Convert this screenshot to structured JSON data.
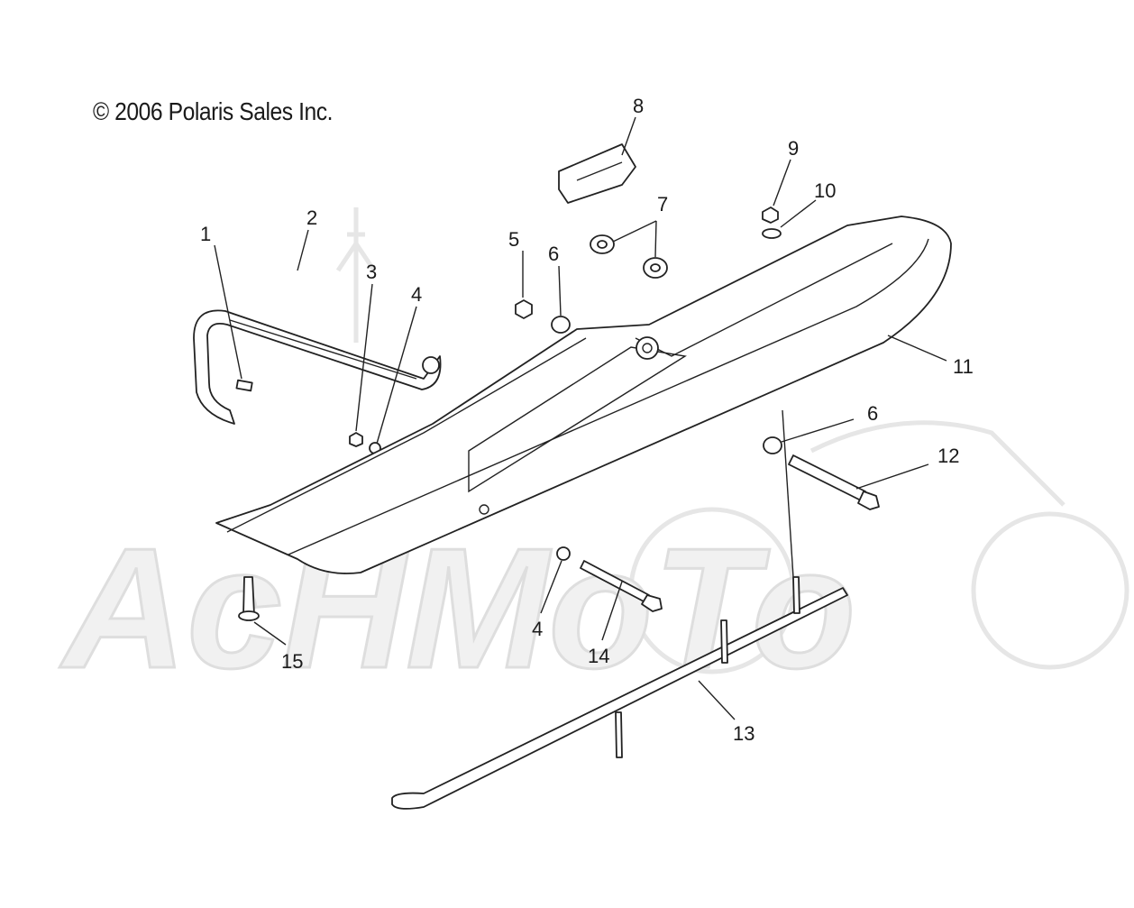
{
  "copyright": "© 2006 Polaris Sales Inc.",
  "watermark": "AcHMoTo",
  "callouts": [
    {
      "id": "c1",
      "label": "1"
    },
    {
      "id": "c2",
      "label": "2"
    },
    {
      "id": "c3",
      "label": "3"
    },
    {
      "id": "c4a",
      "label": "4"
    },
    {
      "id": "c5",
      "label": "5"
    },
    {
      "id": "c6a",
      "label": "6"
    },
    {
      "id": "c7",
      "label": "7"
    },
    {
      "id": "c8",
      "label": "8"
    },
    {
      "id": "c9",
      "label": "9"
    },
    {
      "id": "c10",
      "label": "10"
    },
    {
      "id": "c11",
      "label": "11"
    },
    {
      "id": "c6b",
      "label": "6"
    },
    {
      "id": "c12",
      "label": "12"
    },
    {
      "id": "c4b",
      "label": "4"
    },
    {
      "id": "c14",
      "label": "14"
    },
    {
      "id": "c15",
      "label": "15"
    },
    {
      "id": "c13",
      "label": "13"
    }
  ]
}
